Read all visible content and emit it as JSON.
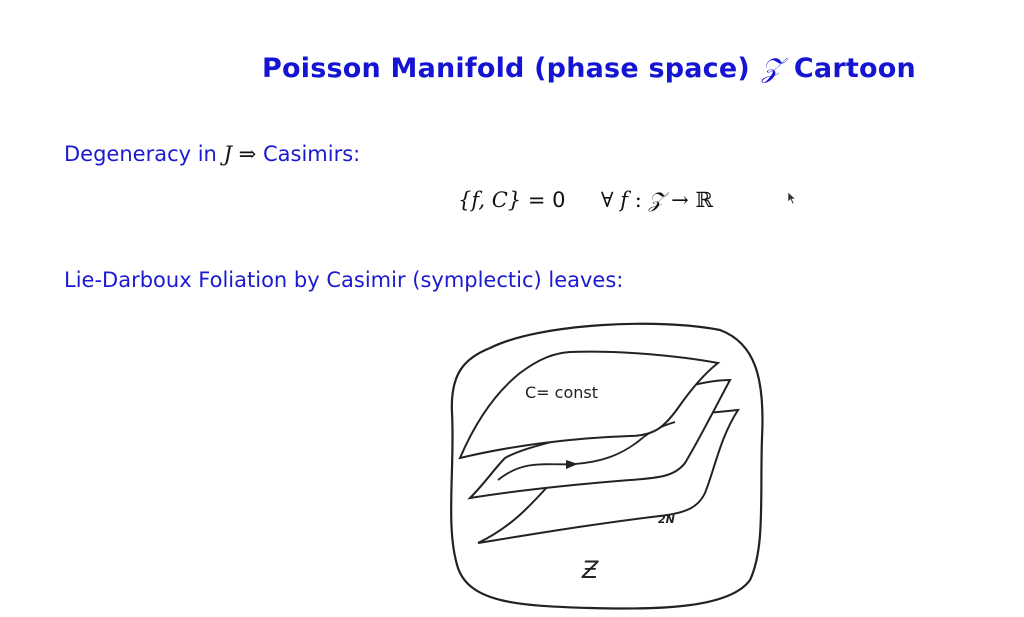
{
  "title": {
    "prefix": "Poisson Manifold (phase space)",
    "symbol": "𝒵",
    "suffix": "Cartoon"
  },
  "degeneracy": {
    "text_before": "Degeneracy in",
    "math_J": "J",
    "arrow": "⇒",
    "text_after": "Casimirs:"
  },
  "equation": {
    "bracket": "{f, C}",
    "equals_zero": "= 0",
    "forall": "∀",
    "f": "f",
    "colon": ":",
    "domain": "𝒵",
    "maps_to": "→",
    "codomain": "ℝ"
  },
  "foliation": {
    "text": "Lie-Darboux Foliation by Casimir (symplectic) leaves:"
  },
  "cartoon": {
    "leaf_label": "C= const",
    "dim_label": "2N",
    "space_label": "Ƶ"
  }
}
